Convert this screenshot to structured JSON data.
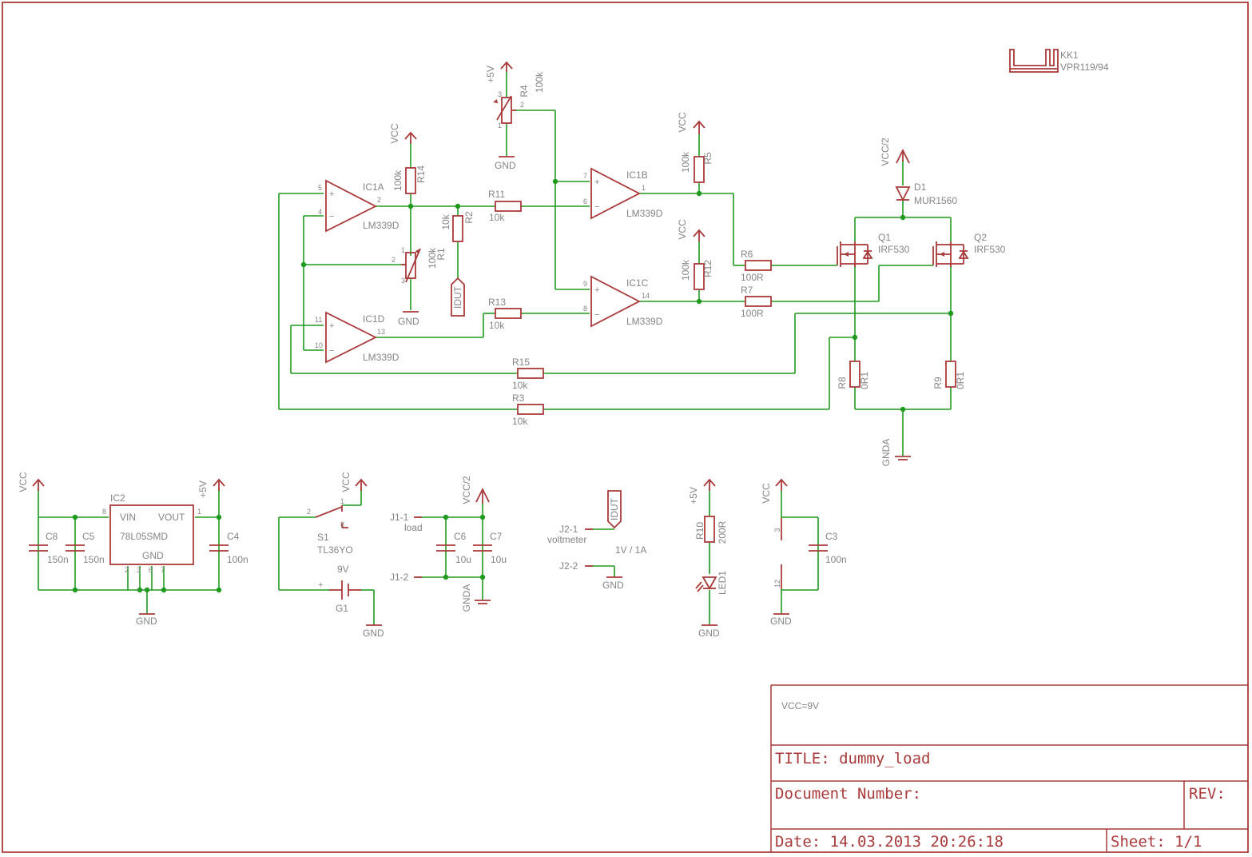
{
  "title_block": {
    "note": "VCC=9V",
    "title": "TITLE:  dummy_load",
    "doc_number": "Document Number:",
    "rev": "REV:",
    "date": "Date: 14.03.2013  20:26:18",
    "sheet": "Sheet: 1/1"
  },
  "parts": {
    "kk1": {
      "name": "KK1",
      "value": "VPR119/94"
    },
    "ic1a": {
      "name": "IC1A",
      "value": "LM339D",
      "pin_plus": "5",
      "pin_minus": "4",
      "pin_out": "2"
    },
    "ic1b": {
      "name": "IC1B",
      "value": "LM339D",
      "pin_plus": "7",
      "pin_minus": "6",
      "pin_out": "1"
    },
    "ic1c": {
      "name": "IC1C",
      "value": "LM339D",
      "pin_plus": "9",
      "pin_minus": "8",
      "pin_out": "14"
    },
    "ic1d": {
      "name": "IC1D",
      "value": "LM339D",
      "pin_plus": "11",
      "pin_minus": "10",
      "pin_out": "13"
    },
    "r1": {
      "name": "R1",
      "value": "100k",
      "pin1": "1",
      "pin2": "2",
      "pin3": "3"
    },
    "r2": {
      "name": "R2",
      "value": "10k"
    },
    "r3": {
      "name": "R3",
      "value": "10k"
    },
    "r4": {
      "name": "R4",
      "value": "100k",
      "pin1": "1",
      "pin2": "2",
      "pin3": "3"
    },
    "r5": {
      "name": "R5",
      "value": "100k"
    },
    "r6": {
      "name": "R6",
      "value": "100R"
    },
    "r7": {
      "name": "R7",
      "value": "100R"
    },
    "r8": {
      "name": "R8",
      "value": "0R1"
    },
    "r9": {
      "name": "R9",
      "value": "0R1"
    },
    "r10": {
      "name": "R10",
      "value": "200R"
    },
    "r11": {
      "name": "R11",
      "value": "10k"
    },
    "r12": {
      "name": "R12",
      "value": "100k"
    },
    "r13": {
      "name": "R13",
      "value": "10k"
    },
    "r14": {
      "name": "R14",
      "value": "100k"
    },
    "r15": {
      "name": "R15",
      "value": "10k"
    },
    "d1": {
      "name": "D1",
      "value": "MUR1560"
    },
    "q1": {
      "name": "Q1",
      "value": "IRF530"
    },
    "q2": {
      "name": "Q2",
      "value": "IRF530"
    },
    "ic2": {
      "name": "IC2",
      "value": "78L05SMD",
      "vin": "VIN",
      "vout": "VOUT",
      "gnd": "GND",
      "pin_in": "8",
      "pin_out": "1",
      "gnd_pins": [
        "2",
        "3",
        "6",
        "7"
      ]
    },
    "c3": {
      "name": "C3",
      "value": "100n",
      "pin_top": "3",
      "pin_bottom": "12"
    },
    "c4": {
      "name": "C4",
      "value": "100n"
    },
    "c5": {
      "name": "C5",
      "value": "150n"
    },
    "c6": {
      "name": "C6",
      "value": "10u"
    },
    "c7": {
      "name": "C7",
      "value": "10u"
    },
    "c8": {
      "name": "C8",
      "value": "150n"
    },
    "s1": {
      "name": "S1",
      "value": "TL36YO",
      "pin1": "1",
      "pin2": "2",
      "pin3": "3"
    },
    "g1": {
      "name": "G1",
      "value": "9V",
      "plus": "+"
    },
    "j1": {
      "pin1": "J1-1",
      "pin1_label": "load",
      "pin2": "J1-2"
    },
    "j2": {
      "pin1": "J2-1",
      "pin1_label": "voltmeter",
      "pin2": "J2-2",
      "scale": "1V / 1A"
    },
    "led1": {
      "name": "LED1"
    }
  },
  "nets": {
    "vcc": "VCC",
    "p5v": "+5V",
    "gnd": "GND",
    "gnda": "GNDA",
    "vcc2": "VCC/2",
    "idut": "IDUT"
  }
}
